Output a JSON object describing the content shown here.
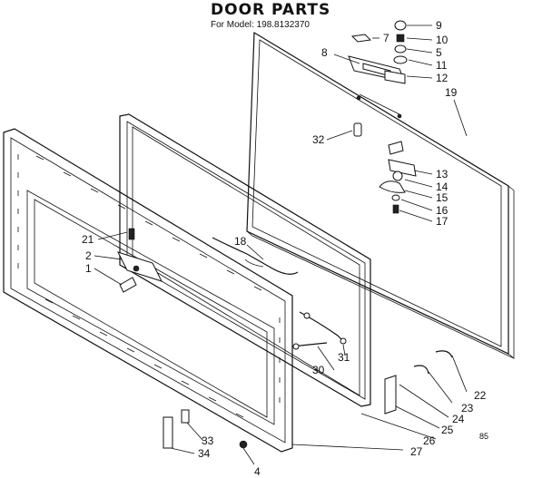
{
  "header": {
    "title": "DOOR PARTS",
    "model_line": "For Model: 198.8132370"
  },
  "callouts": {
    "c1": "1",
    "c2": "2",
    "c4": "4",
    "c5": "5",
    "c7": "7",
    "c8": "8",
    "c9": "9",
    "c10": "10",
    "c11": "11",
    "c12": "12",
    "c13": "13",
    "c14": "14",
    "c15": "15",
    "c16": "16",
    "c17": "17",
    "c18": "18",
    "c19": "19",
    "c21": "21",
    "c22": "22",
    "c23": "23",
    "c24": "24",
    "c25": "25",
    "c26": "26",
    "c27": "27",
    "c30": "30",
    "c31": "31",
    "c32": "32",
    "c33": "33",
    "c34": "34"
  },
  "footer": {
    "page_mark": "85"
  }
}
